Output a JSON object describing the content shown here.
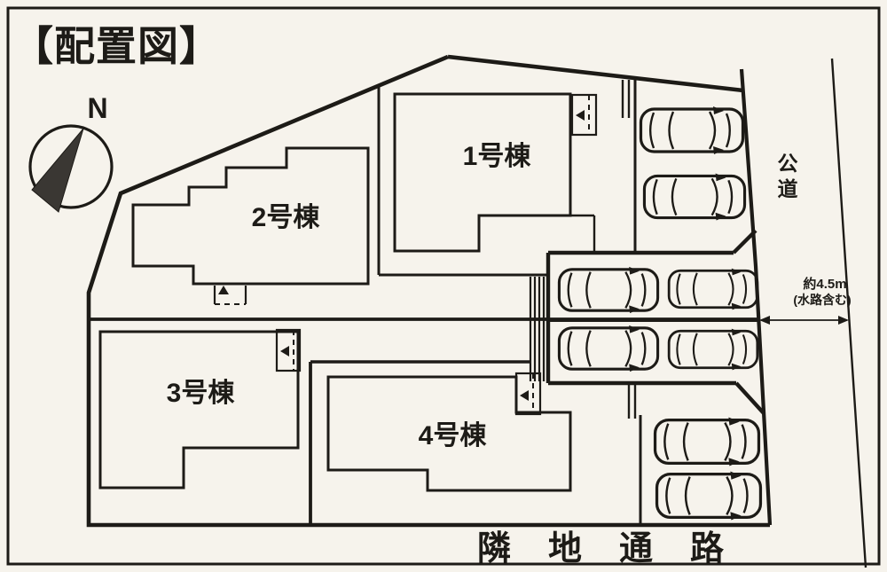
{
  "figure": {
    "title": "【配置図】"
  },
  "compass": {
    "north_label": "N"
  },
  "buildings": [
    {
      "label": "1号棟"
    },
    {
      "label": "2号棟"
    },
    {
      "label": "3号棟"
    },
    {
      "label": "4号棟"
    }
  ],
  "road": {
    "label": "公道",
    "width_note_line1": "約4.5m",
    "width_note_line2": "(水路含む)"
  },
  "passage": {
    "label": "隣地通路"
  },
  "parking": {
    "total_cars": 8,
    "areas": [
      {
        "name": "northeast",
        "cars": 2
      },
      {
        "name": "east-center",
        "cars": 4
      },
      {
        "name": "southeast",
        "cars": 2
      }
    ]
  },
  "colors": {
    "paper": "#f6f3ec",
    "ink": "#1d1b17"
  }
}
